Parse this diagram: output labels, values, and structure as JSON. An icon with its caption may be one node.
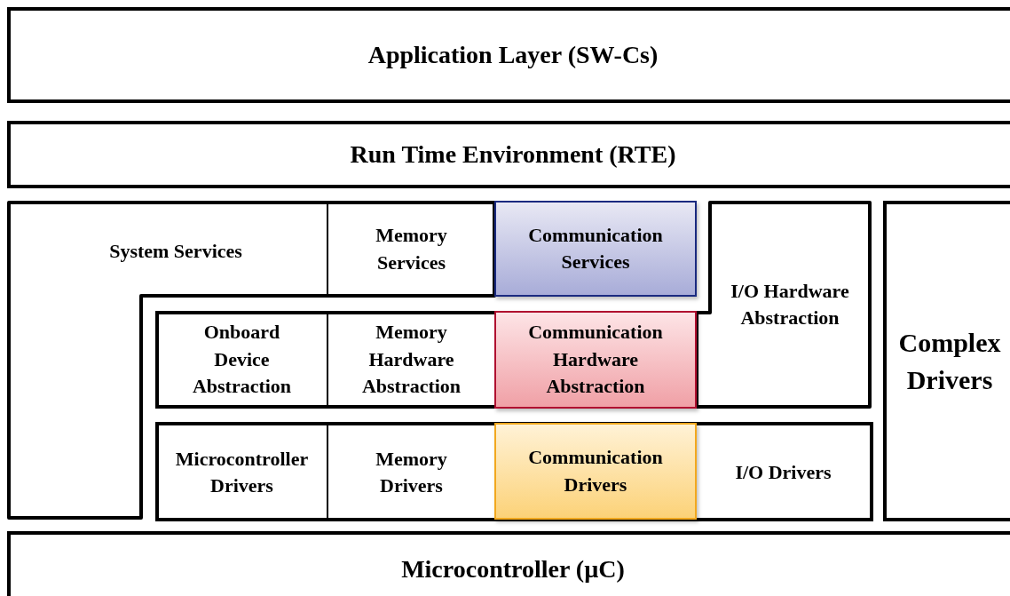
{
  "diagram": {
    "nodes": [
      {
        "text": [
          "Application Layer (SW-Cs)"
        ]
      },
      {
        "text": [
          "Run Time Environment (RTE)"
        ]
      },
      {
        "text": [
          "System Services"
        ]
      },
      {
        "text": [
          "Memory Services"
        ],
        "in": 2
      },
      {
        "text": [
          "Communication Services"
        ]
      },
      {
        "text": [
          "I/O Hardware Abstraction"
        ]
      },
      {
        "text": [
          "Complex Drivers"
        ]
      },
      {
        "text": [
          "Onboard Device Abstraction"
        ]
      },
      {
        "text": [
          "Memory Hardware Abstraction"
        ]
      },
      {
        "text": [
          "Communication Hardware Abstraction"
        ]
      },
      {
        "text": [
          "Microcontroller Drivers"
        ]
      },
      {
        "text": [
          "Memory Drivers"
        ]
      },
      {
        "text": [
          "Communication Drivers"
        ]
      },
      {
        "text": [
          "I/O Drivers"
        ]
      },
      {
        "text": [
          "Microcontroller (µC)"
        ]
      }
    ],
    "edges": []
  }
}
